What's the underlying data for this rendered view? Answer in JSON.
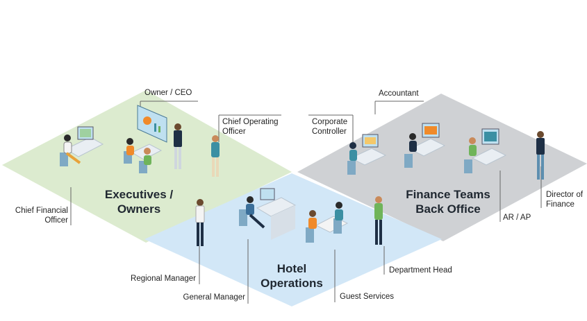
{
  "zones": {
    "executives": {
      "title": "Executives /\nOwners",
      "color": "#dcebcf"
    },
    "finance": {
      "title": "Finance Teams\nBack Office",
      "color": "#cfd1d4"
    },
    "hotel": {
      "title": "Hotel\nOperations",
      "color": "#d2e7f7"
    }
  },
  "roles": {
    "owner_ceo": "Owner / CEO",
    "coo": "Chief Operating\nOfficer",
    "cfo": "Chief Financial\nOfficer",
    "accountant": "Accountant",
    "corporate_controller": "Corporate\nController",
    "director_of_finance": "Director of\nFinance",
    "ar_ap": "AR / AP",
    "regional_manager": "Regional Manager",
    "general_manager": "General Manager",
    "department_head": "Department Head",
    "guest_services": "Guest Services"
  },
  "colors": {
    "callout_line": "#555555",
    "desk": "#e9eef3",
    "chair": "#7fa9c4",
    "dark_suit": "#1e2f45",
    "teal": "#3b8fa3",
    "orange": "#f08a2a",
    "green": "#6fb45a",
    "screen": "#bfe0f0"
  }
}
